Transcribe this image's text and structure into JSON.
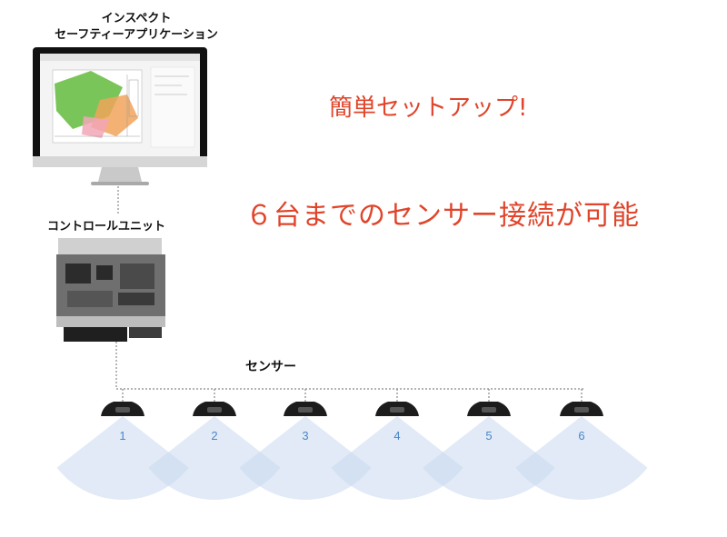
{
  "monitor_label_line1": "インスペクト",
  "monitor_label_line2": "セーフティーアプリケーション",
  "headline_setup": "簡単セットアップ!",
  "headline_sensors": "６台までのセンサー接続が可能",
  "control_unit_label": "コントロールユニット",
  "sensor_bus_label": "センサー",
  "sensors": [
    "1",
    "2",
    "3",
    "4",
    "5",
    "6"
  ],
  "colors": {
    "headline": "#e0442a",
    "sensor_number": "#4a86c8",
    "coverage_fill": "#c9d8ee",
    "zone_green": "#6cbf47",
    "zone_orange": "#f1a35a",
    "zone_pink": "#f2a6b6"
  }
}
